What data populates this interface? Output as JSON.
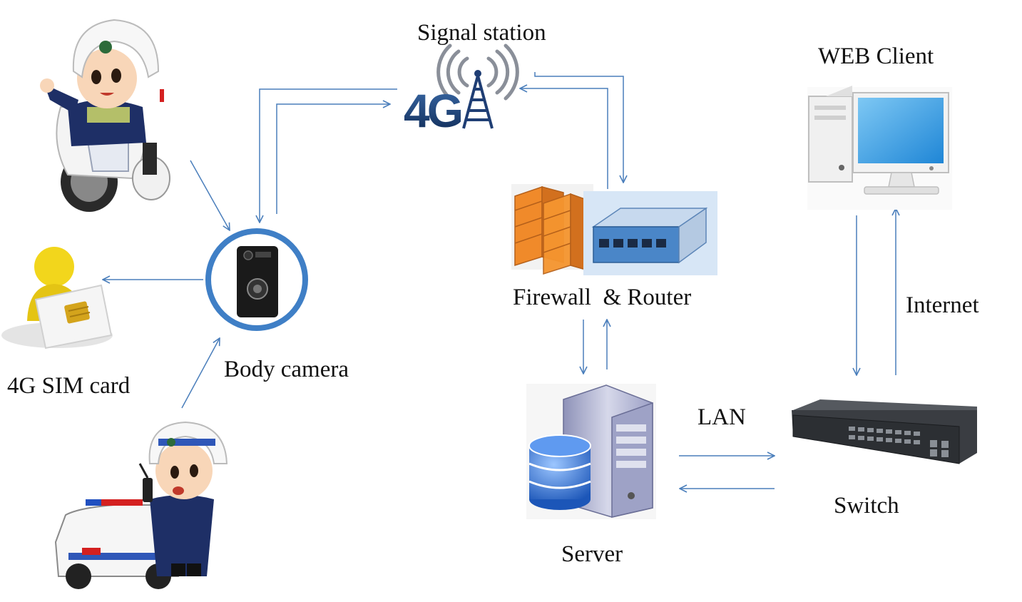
{
  "labels": {
    "signal_station": "Signal station",
    "web_client": "WEB Client",
    "firewall_router": "Firewall  & Router",
    "internet": "Internet",
    "body_camera": "Body camera",
    "sim_card": "4G SIM card",
    "lan": "LAN",
    "switch": "Switch",
    "server": "Server"
  },
  "tower_text": "4G",
  "colors": {
    "arrow": "#4a7ebb",
    "camera_ring": "#3f7fc6",
    "firewall": "#f08a2a",
    "router_bg": "#d7e6f6",
    "router": "#4a86c8",
    "monitor_screen": "#2f9be0",
    "server_body": "#b8bcd6",
    "disk": "#2f6fcf",
    "switch_body": "#2c2f33",
    "sim_figure": "#f2d61c",
    "police_uniform": "#1e2f66",
    "tower_text": "#1f3e74"
  }
}
